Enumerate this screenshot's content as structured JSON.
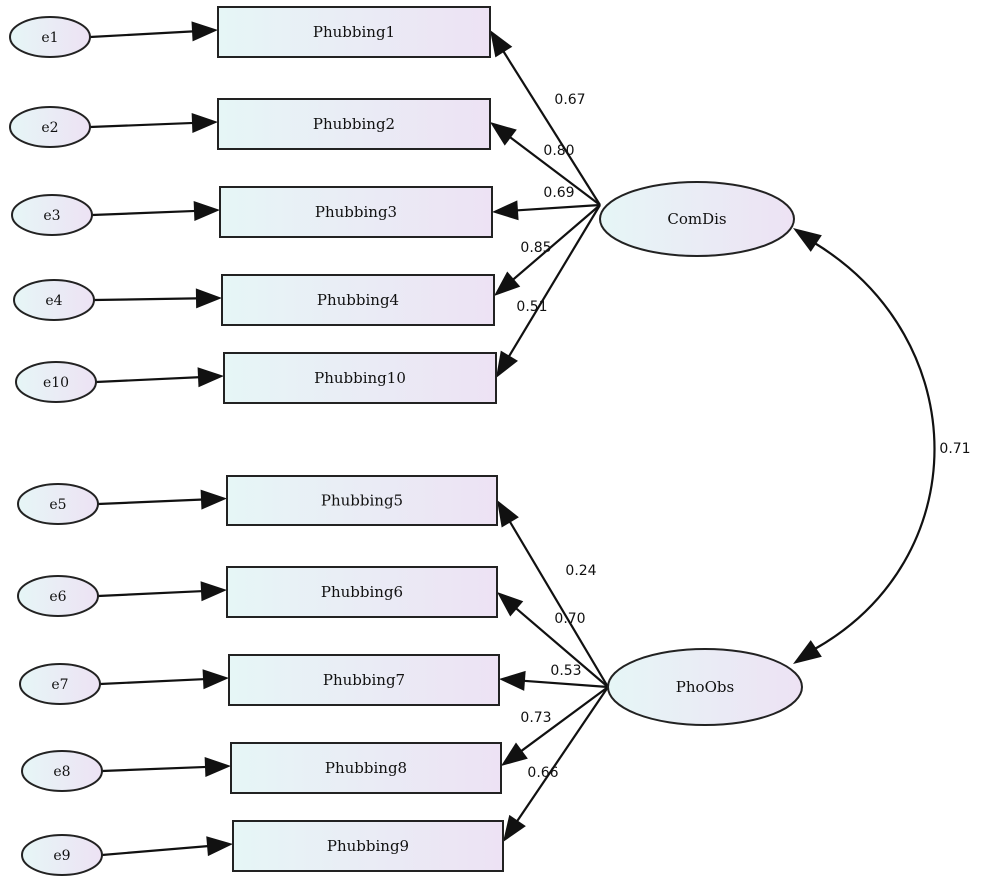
{
  "factors": [
    {
      "id": "comdis",
      "label": "ComDis"
    },
    {
      "id": "phoobs",
      "label": "PhoObs"
    }
  ],
  "indicators": [
    {
      "id": "p1",
      "label": "Phubbing1",
      "error": "e1"
    },
    {
      "id": "p2",
      "label": "Phubbing2",
      "error": "e2"
    },
    {
      "id": "p3",
      "label": "Phubbing3",
      "error": "e3"
    },
    {
      "id": "p4",
      "label": "Phubbing4",
      "error": "e4"
    },
    {
      "id": "p10",
      "label": "Phubbing10",
      "error": "e10"
    },
    {
      "id": "p5",
      "label": "Phubbing5",
      "error": "e5"
    },
    {
      "id": "p6",
      "label": "Phubbing6",
      "error": "e6"
    },
    {
      "id": "p7",
      "label": "Phubbing7",
      "error": "e7"
    },
    {
      "id": "p8",
      "label": "Phubbing8",
      "error": "e8"
    },
    {
      "id": "p9",
      "label": "Phubbing9",
      "error": "e9"
    }
  ],
  "loadings": [
    {
      "from": "comdis",
      "to": "p1",
      "value": "0.67"
    },
    {
      "from": "comdis",
      "to": "p2",
      "value": "0.80"
    },
    {
      "from": "comdis",
      "to": "p3",
      "value": "0.69"
    },
    {
      "from": "comdis",
      "to": "p4",
      "value": "0.85"
    },
    {
      "from": "comdis",
      "to": "p10",
      "value": "0.51"
    },
    {
      "from": "phoobs",
      "to": "p5",
      "value": "0.24"
    },
    {
      "from": "phoobs",
      "to": "p6",
      "value": "0.70"
    },
    {
      "from": "phoobs",
      "to": "p7",
      "value": "0.53"
    },
    {
      "from": "phoobs",
      "to": "p8",
      "value": "0.73"
    },
    {
      "from": "phoobs",
      "to": "p9",
      "value": "0.66"
    }
  ],
  "correlation": {
    "between": [
      "comdis",
      "phoobs"
    ],
    "value": "0.71"
  },
  "colors": {
    "fill_left": "#e6f6f6",
    "fill_right": "#ede2f4",
    "stroke": "#222222"
  }
}
